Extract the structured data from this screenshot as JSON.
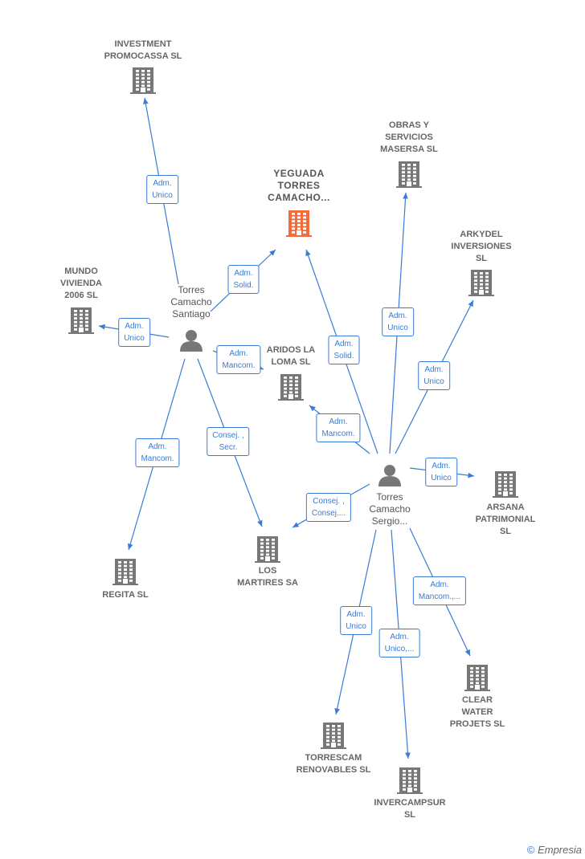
{
  "nodes": {
    "yeguada": {
      "label": "YEGUADA\nTORRES\nCAMACHO...",
      "kind": "company-main"
    },
    "investment": {
      "label": "INVESTMENT\nPROMOCASSA SL",
      "kind": "company"
    },
    "obras": {
      "label": "OBRAS Y\nSERVICIOS\nMASERSA  SL",
      "kind": "company"
    },
    "arkydel": {
      "label": "ARKYDEL\nINVERSIONES\nSL",
      "kind": "company"
    },
    "mundo": {
      "label": "MUNDO\nVIVIENDA\n2006 SL",
      "kind": "company"
    },
    "aridos": {
      "label": "ARIDOS LA\nLOMA SL",
      "kind": "company"
    },
    "arsana": {
      "label": "ARSANA\nPATRIMONIAL\nSL",
      "kind": "company"
    },
    "martires": {
      "label": "LOS\nMARTIRES SA",
      "kind": "company"
    },
    "regita": {
      "label": "REGITA SL",
      "kind": "company"
    },
    "clear": {
      "label": "CLEAR\nWATER\nPROJETS  SL",
      "kind": "company"
    },
    "torrescam": {
      "label": "TORRESCAM\nRENOVABLES SL",
      "kind": "company"
    },
    "invercampsur": {
      "label": "INVERCAMPSUR\nSL",
      "kind": "company"
    },
    "santiago": {
      "label": "Torres\nCamacho\nSantiago",
      "kind": "person"
    },
    "sergio": {
      "label": "Torres\nCamacho\nSergio...",
      "kind": "person"
    }
  },
  "edges": [
    {
      "from": "santiago",
      "to": "investment",
      "label": "Adm.\nUnico"
    },
    {
      "from": "santiago",
      "to": "yeguada",
      "label": "Adm.\nSolid."
    },
    {
      "from": "santiago",
      "to": "mundo",
      "label": "Adm.\nUnico"
    },
    {
      "from": "santiago",
      "to": "aridos",
      "label": "Adm.\nMancom."
    },
    {
      "from": "santiago",
      "to": "regita",
      "label": "Adm.\nMancom."
    },
    {
      "from": "santiago",
      "to": "martires",
      "label": "Consej. ,\nSecr."
    },
    {
      "from": "sergio",
      "to": "yeguada",
      "label": "Adm.\nSolid."
    },
    {
      "from": "sergio",
      "to": "obras",
      "label": "Adm.\nUnico"
    },
    {
      "from": "sergio",
      "to": "arkydel",
      "label": "Adm.\nUnico"
    },
    {
      "from": "sergio",
      "to": "aridos",
      "label": "Adm.\nMancom."
    },
    {
      "from": "sergio",
      "to": "arsana",
      "label": "Adm.\nUnico"
    },
    {
      "from": "sergio",
      "to": "martires",
      "label": "Consej. ,\nConsej...."
    },
    {
      "from": "sergio",
      "to": "clear",
      "label": "Adm.\nMancom.,..."
    },
    {
      "from": "sergio",
      "to": "torrescam",
      "label": "Adm.\nUnico"
    },
    {
      "from": "sergio",
      "to": "invercampsur",
      "label": "Adm.\nUnico,..."
    }
  ],
  "colors": {
    "edge": "#3a7bd5",
    "company": "#777777",
    "company_main": "#f26b3a",
    "person": "#777777"
  },
  "watermark": {
    "symbol": "©",
    "brand": "Empresia"
  }
}
